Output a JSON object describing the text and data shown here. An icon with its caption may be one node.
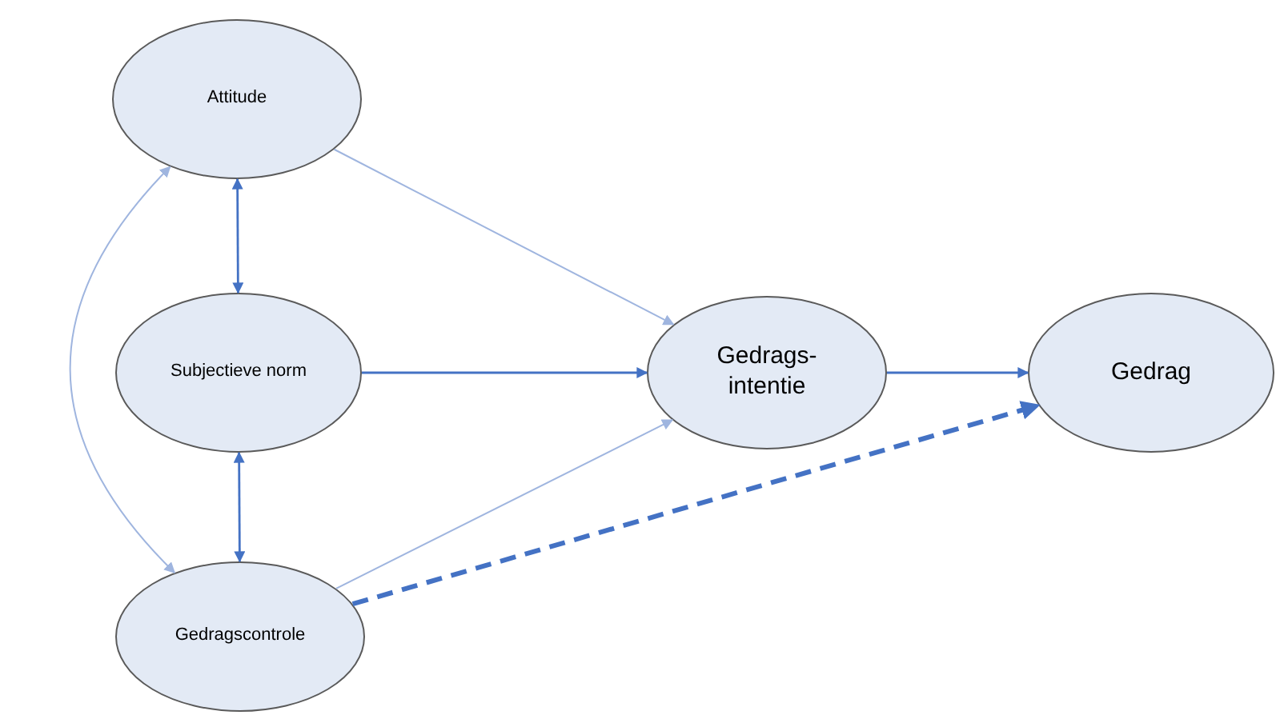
{
  "diagram": {
    "nodes": [
      {
        "text": [
          "Attitude"
        ]
      },
      {
        "text": [
          "Subjectieve norm"
        ]
      },
      {
        "text": [
          "Gedragscontrole"
        ]
      },
      {
        "text": [
          "Gedrags- intentie"
        ]
      },
      {
        "text": [
          "Gedrag"
        ]
      }
    ],
    "edges": [
      {
        "from": 0,
        "to": 3,
        "arrow": "to",
        "color": "#9fb5df"
      },
      {
        "from": 1,
        "to": 3,
        "arrow": "to"
      },
      {
        "from": 2,
        "to": 3,
        "arrow": "to",
        "color": "#9fb5df"
      },
      {
        "from": 3,
        "to": 4,
        "arrow": "to"
      },
      {
        "from": 2,
        "to": 4,
        "arrow": "to",
        "style": "dashed"
      },
      {
        "from": 0,
        "to": 1,
        "arrow": "both"
      },
      {
        "from": 1,
        "to": 2,
        "arrow": "both"
      },
      {
        "from": 0,
        "to": 2,
        "arrow": "both",
        "color": "#9fb5df"
      }
    ]
  }
}
